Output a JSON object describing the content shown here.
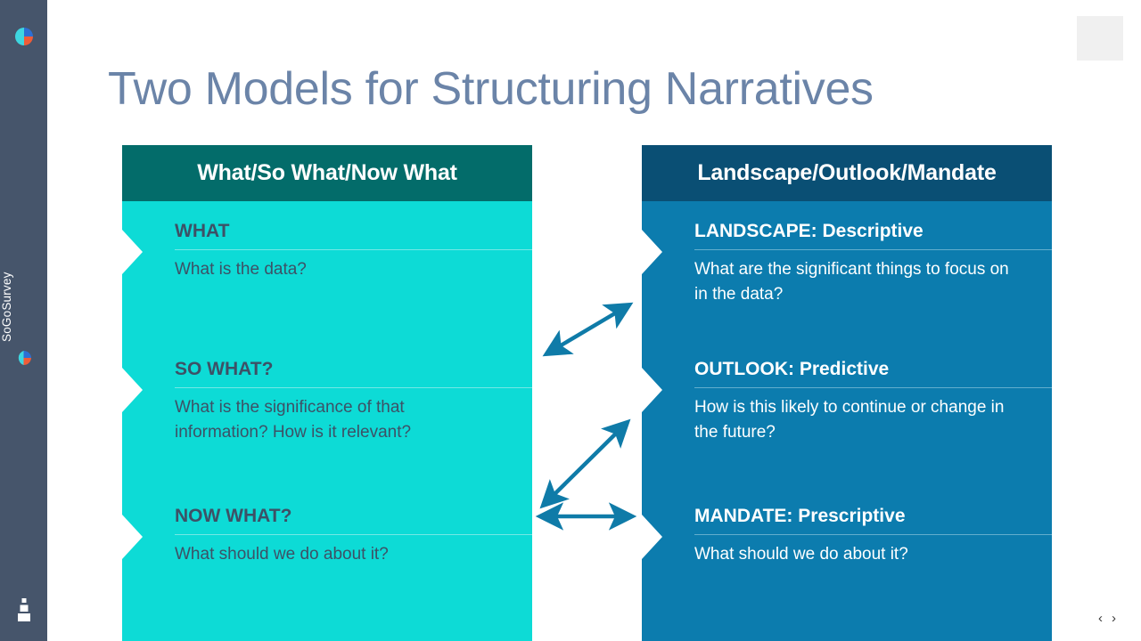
{
  "sidebar": {
    "brand": "SoGoSurvey",
    "logo_icon": "sogosurvey-pie-logo-icon",
    "logo_small_icon": "sogosurvey-pie-logo-small-icon",
    "stack_icon": "layers-stack-icon",
    "colors": {
      "background": "#46556b",
      "logo_cyan": "#3ed6e0",
      "logo_blue": "#2d6fd4",
      "logo_orange": "#ef5c37"
    }
  },
  "slide": {
    "title": "Two Models for Structuring Narratives",
    "title_color": "#6b84a8"
  },
  "panels": [
    {
      "id": "what-so-what-now-what",
      "header": "What/So What/Now What",
      "header_bg": "#036c6a",
      "body_bg": "#0ddbd6",
      "text_color": "#3d5166",
      "sections": [
        {
          "title": "WHAT",
          "text": "What is the data?",
          "arrow_icon": "chevron-right-notch-icon"
        },
        {
          "title": "SO WHAT?",
          "text": "What is the significance of that information? How is it relevant?",
          "arrow_icon": "chevron-right-notch-icon"
        },
        {
          "title": "NOW WHAT?",
          "text": "What should we do about it?",
          "arrow_icon": "chevron-right-notch-icon"
        }
      ]
    },
    {
      "id": "landscape-outlook-mandate",
      "header": "Landscape/Outlook/Mandate",
      "header_bg": "#0a4f74",
      "body_bg": "#0c7cae",
      "text_color": "#ffffff",
      "sections": [
        {
          "title": "LANDSCAPE: Descriptive",
          "text": "What are the significant things to focus on in the data?",
          "arrow_icon": "chevron-right-notch-icon"
        },
        {
          "title": "OUTLOOK: Predictive",
          "text": "How is this likely to continue or change in the future?",
          "arrow_icon": "chevron-right-notch-icon"
        },
        {
          "title": "MANDATE: Prescriptive",
          "text": "What should we do about it?",
          "arrow_icon": "chevron-right-notch-icon"
        }
      ]
    }
  ],
  "connectors": {
    "color": "#0f7ba8",
    "items": [
      {
        "name": "connector-arrow-what-to-landscape",
        "icon": "double-headed-diagonal-arrow-icon"
      },
      {
        "name": "connector-arrow-so-what-to-outlook",
        "icon": "double-headed-diagonal-arrow-icon"
      },
      {
        "name": "connector-arrow-now-what-to-mandate",
        "icon": "double-headed-horizontal-arrow-icon"
      }
    ]
  },
  "widgets": {
    "top_right_box": "placeholder-box",
    "prev_label": "‹",
    "next_label": "›"
  }
}
